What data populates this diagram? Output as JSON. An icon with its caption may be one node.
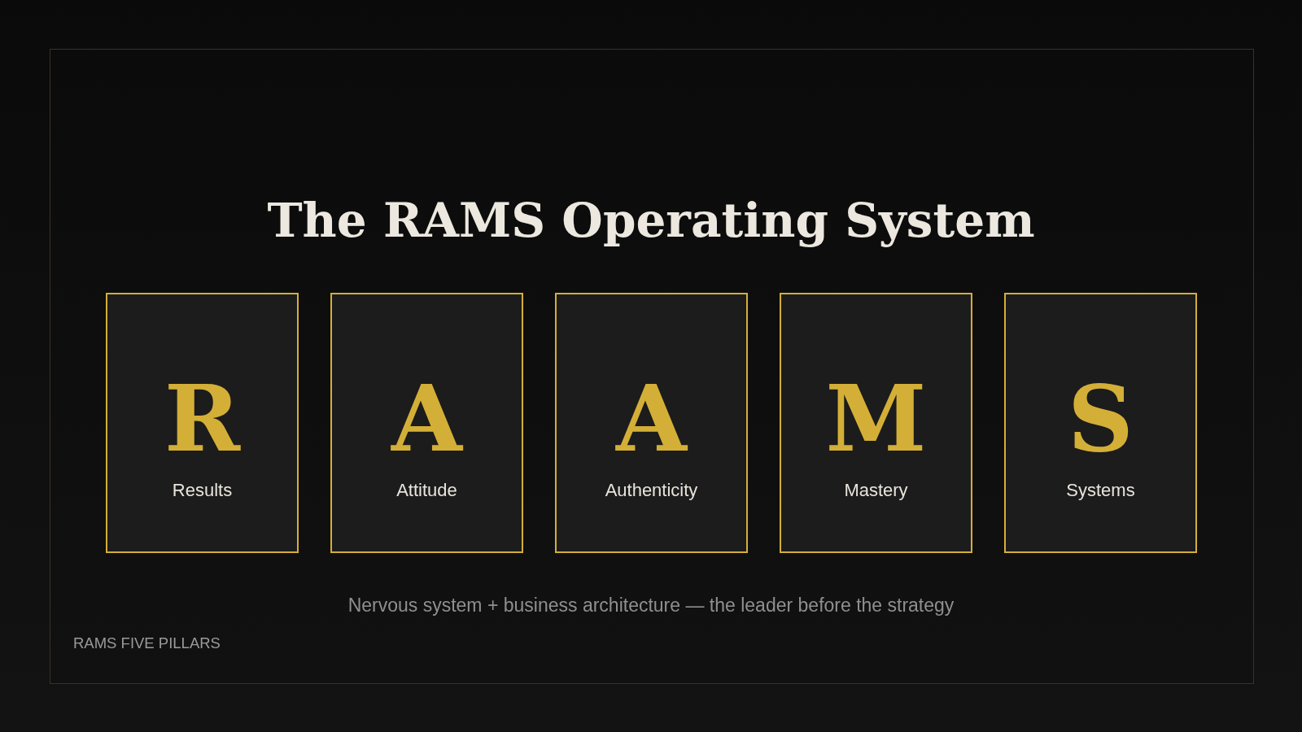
{
  "diagram": {
    "title": "The RAMS Operating System",
    "caption": "Nervous system + business architecture — the leader before the strategy",
    "nodes": [
      {
        "text": [
          "R",
          "Results"
        ]
      },
      {
        "text": [
          "A",
          "Attitude"
        ]
      },
      {
        "text": [
          "A",
          "Authenticity"
        ]
      },
      {
        "text": [
          "M",
          "Mastery"
        ]
      },
      {
        "text": [
          "S",
          "Systems"
        ]
      }
    ],
    "labels": [
      "RAMS FIVE PILLARS"
    ]
  }
}
